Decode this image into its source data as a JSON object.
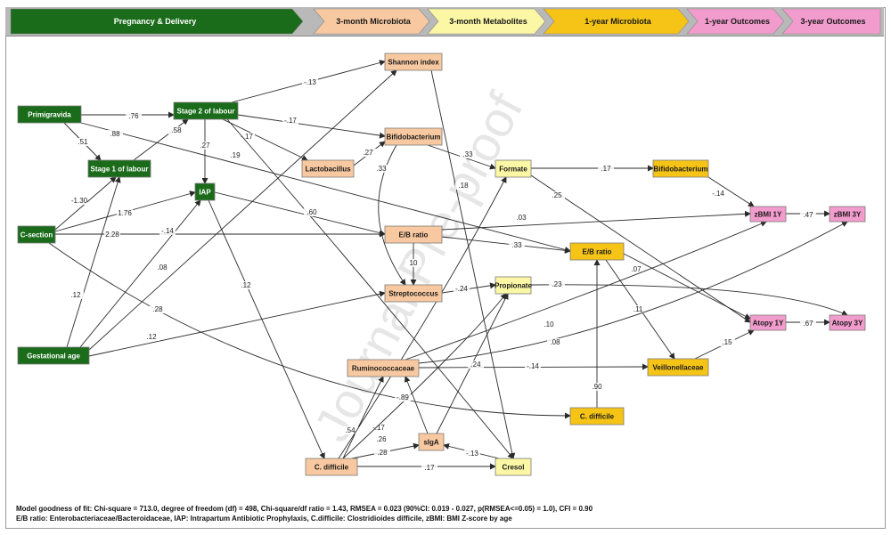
{
  "stages": [
    {
      "label": "Pregnancy & Delivery",
      "color": "#1a6b1a",
      "text_color": "#ffffff"
    },
    {
      "label": "3-month Microbiota",
      "color": "#f8c9a0",
      "text_color": "#1a1a1a"
    },
    {
      "label": "3-month Metabolites",
      "color": "#fbf7a5",
      "text_color": "#1a1a1a"
    },
    {
      "label": "1-year Microbiota",
      "color": "#f5c417",
      "text_color": "#1a1a1a"
    },
    {
      "label": "1-year Outcomes",
      "color": "#f29ccd",
      "text_color": "#1a1a1a"
    },
    {
      "label": "3-year Outcomes",
      "color": "#f29ccd",
      "text_color": "#1a1a1a"
    }
  ],
  "nodes": {
    "primigravida": {
      "label": "Primigravida",
      "group": "pregnancy"
    },
    "stage2": {
      "label": "Stage 2 of labour",
      "group": "pregnancy"
    },
    "stage1": {
      "label": "Stage 1 of labour",
      "group": "pregnancy"
    },
    "iap": {
      "label": "IAP",
      "group": "pregnancy"
    },
    "csection": {
      "label": "C-section",
      "group": "pregnancy"
    },
    "gestational": {
      "label": "Gestational age",
      "group": "pregnancy"
    },
    "shannon": {
      "label": "Shannon index",
      "group": "micro3"
    },
    "bifido3": {
      "label": "Bifidobacterium",
      "group": "micro3"
    },
    "lacto": {
      "label": "Lactobacillus",
      "group": "micro3"
    },
    "eb3": {
      "label": "E/B ratio",
      "group": "micro3"
    },
    "strep": {
      "label": "Streptococcus",
      "group": "micro3"
    },
    "rumino": {
      "label": "Ruminococcaceae",
      "group": "micro3"
    },
    "cdiff3": {
      "label": "C. difficile",
      "group": "micro3"
    },
    "siga": {
      "label": "sIgA",
      "group": "micro3"
    },
    "formate": {
      "label": "Formate",
      "group": "metab"
    },
    "propionate": {
      "label": "Propionate",
      "group": "metab"
    },
    "cresol": {
      "label": "Cresol",
      "group": "metab"
    },
    "bifido1y": {
      "label": "Bifidobacterium",
      "group": "micro1y"
    },
    "eb1y": {
      "label": "E/B ratio",
      "group": "micro1y"
    },
    "veillon": {
      "label": "Veillonellaceae",
      "group": "micro1y"
    },
    "cdiff1y": {
      "label": "C. difficile",
      "group": "micro1y"
    },
    "zbmi1y": {
      "label": "zBMI 1Y",
      "group": "outcome"
    },
    "zbmi3y": {
      "label": "zBMI 3Y",
      "group": "outcome"
    },
    "atopy1y": {
      "label": "Atopy 1Y",
      "group": "outcome"
    },
    "atopy3y": {
      "label": "Atopy 3Y",
      "group": "outcome"
    }
  },
  "group_colors": {
    "pregnancy": "#1a6b1a",
    "micro3": "#f8c9a0",
    "metab": "#fbf7a5",
    "micro1y": "#f5c417",
    "outcome": "#f29ccd"
  },
  "edges": [
    {
      "from": "primigravida",
      "to": "stage2",
      "label": ".76"
    },
    {
      "from": "primigravida",
      "to": "stage1",
      "label": ".51"
    },
    {
      "from": "primigravida",
      "to": "eb1y",
      "label": ".88"
    },
    {
      "from": "stage1",
      "to": "stage2",
      "label": ".58"
    },
    {
      "from": "stage2",
      "to": "iap",
      "label": ".27"
    },
    {
      "from": "stage2",
      "to": "shannon",
      "label": "-.13"
    },
    {
      "from": "stage2",
      "to": "bifido3",
      "label": "-.17"
    },
    {
      "from": "stage2",
      "to": "lacto",
      "label": "-.17"
    },
    {
      "from": "stage2",
      "to": "cresol",
      "label": ".19"
    },
    {
      "from": "csection",
      "to": "stage1",
      "label": "-1.30"
    },
    {
      "from": "csection",
      "to": "iap",
      "label": "1.76"
    },
    {
      "from": "csection",
      "to": "eb3",
      "label": "2.28"
    },
    {
      "from": "csection",
      "to": "cdiff1y",
      "label": ".28"
    },
    {
      "from": "iap",
      "to": "eb3",
      "label": ".60"
    },
    {
      "from": "iap",
      "to": "cdiff3",
      "label": ".12"
    },
    {
      "from": "gestational",
      "to": "stage1",
      "label": ".12"
    },
    {
      "from": "gestational",
      "to": "iap",
      "label": "-.14"
    },
    {
      "from": "gestational",
      "to": "shannon",
      "label": ".08"
    },
    {
      "from": "gestational",
      "to": "strep",
      "label": ".12"
    },
    {
      "from": "lacto",
      "to": "bifido3",
      "label": ".27"
    },
    {
      "from": "bifido3",
      "to": "formate",
      "label": ".33"
    },
    {
      "from": "bifido3",
      "to": "strep",
      "label": ".33"
    },
    {
      "from": "shannon",
      "to": "cresol",
      "label": ".18"
    },
    {
      "from": "eb3",
      "to": "strep",
      "label": "10"
    },
    {
      "from": "eb3",
      "to": "eb1y",
      "label": ".33"
    },
    {
      "from": "eb3",
      "to": "zbmi1y",
      "label": ".03"
    },
    {
      "from": "strep",
      "to": "propionate",
      "label": "-.24"
    },
    {
      "from": "formate",
      "to": "bifido1y",
      "label": ".17"
    },
    {
      "from": "formate",
      "to": "atopy1y",
      "label": ".25"
    },
    {
      "from": "propionate",
      "to": "atopy3y",
      "label": ".23"
    },
    {
      "from": "bifido1y",
      "to": "zbmi1y",
      "label": "-.14"
    },
    {
      "from": "zbmi1y",
      "to": "zbmi3y",
      "label": ".47"
    },
    {
      "from": "eb1y",
      "to": "atopy1y",
      "label": ".07"
    },
    {
      "from": "eb1y",
      "to": "veillon",
      "label": ".11"
    },
    {
      "from": "atopy1y",
      "to": "atopy3y",
      "label": ".67"
    },
    {
      "from": "veillon",
      "to": "atopy1y",
      "label": ".15"
    },
    {
      "from": "rumino",
      "to": "zbmi1y",
      "label": ".10"
    },
    {
      "from": "rumino",
      "to": "zbmi3y",
      "label": ".08"
    },
    {
      "from": "rumino",
      "to": "veillon",
      "label": "-.14"
    },
    {
      "from": "cdiff1y",
      "to": "eb1y",
      "label": ".90"
    },
    {
      "from": "cdiff3",
      "to": "rumino",
      "label": ".54"
    },
    {
      "from": "cdiff3",
      "to": "formate",
      "label": "-.17"
    },
    {
      "from": "cdiff3",
      "to": "propionate",
      "label": ".26"
    },
    {
      "from": "cdiff3",
      "to": "siga",
      "label": ".28"
    },
    {
      "from": "cdiff3",
      "to": "cresol",
      "label": ".17"
    },
    {
      "from": "siga",
      "to": "rumino",
      "label": "-.89"
    },
    {
      "from": "siga",
      "to": "propionate",
      "label": ".24"
    },
    {
      "from": "cresol",
      "to": "siga",
      "label": "-.13"
    }
  ],
  "watermark": "Journal Pre-proof",
  "footer": {
    "fit": "Model goodness of fit: Chi-square = 713.0, degree of freedom (df) = 498, Chi-square/df ratio = 1.43, RMSEA = 0.023 (90%CI: 0.019 - 0.027, p(RMSEA<=0.05) = 1.0), CFI = 0.90",
    "abbrev": "E/B ratio: Enterobacteriaceae/Bacteroidaceae, IAP: Intrapartum Antibiotic Prophylaxis, C.difficile: Clostridioides difficile, zBMI: BMI Z-score by age"
  }
}
